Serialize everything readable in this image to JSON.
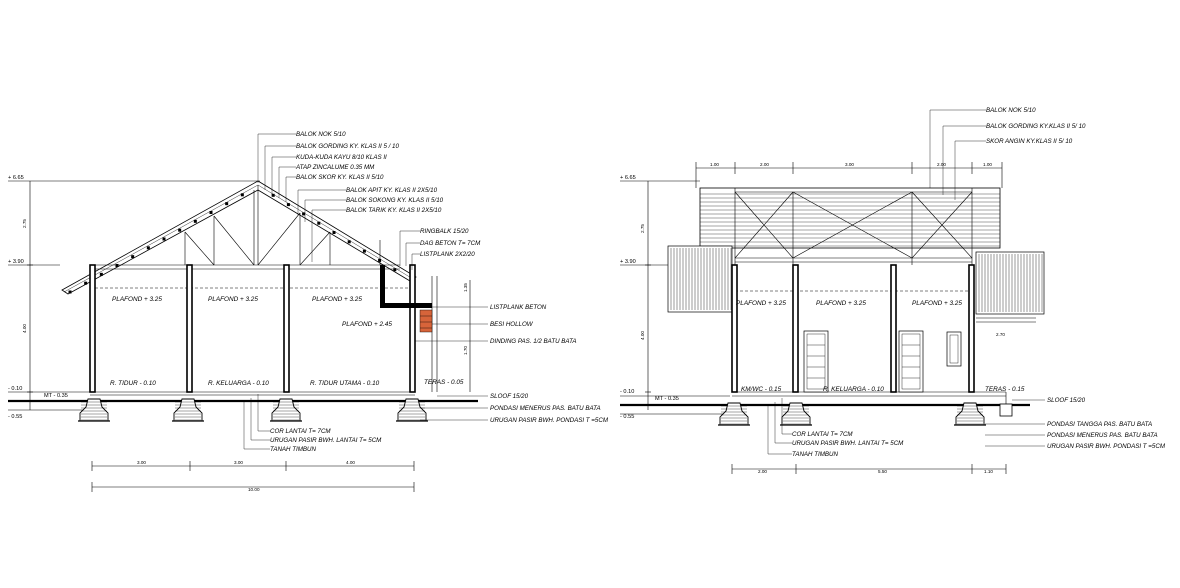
{
  "left_section": {
    "levels": {
      "top": "+ 6.65",
      "mid": "+ 3.90",
      "low": "- 0.10",
      "foot": "- 0.55",
      "mt": "MT - 0.35"
    },
    "callouts_roof": [
      "BALOK NOK 5/10",
      "BALOK GORDING  KY. KLAS II 5 / 10",
      "KUDA-KUDA KAYU 8/10 KLAS II",
      "ATAP ZINCALUME 0.35 MM",
      "BALOK SKOR KY. KLAS II 5/10"
    ],
    "callouts_mid": [
      "BALOK APIT KY. KLAS II 2X5/10",
      "BALOK SOKONG KY. KLAS II 5/10",
      "BALOK TARIK KY. KLAS II 2X5/10"
    ],
    "callouts_right": [
      "RINGBALK 15/20",
      "DAG BETON T= 7CM",
      "LISTPLANK 2X2/20"
    ],
    "callouts_side": [
      "LISTPLANK BETON",
      "BESI HOLLOW",
      "DINDING PAS. 1/2 BATU BATA"
    ],
    "sloof": "SLOOF 15/20",
    "callouts_bottom_right": [
      "PONDASI MENERUS PAS. BATU BATA",
      "URUGAN PASIR BWH. PONDASI T =5CM"
    ],
    "callouts_bottom": [
      "COR LANTAI T= 7CM",
      "URUGAN PASIR BWH. LANTAI T= 5CM",
      "TANAH TIMBUN"
    ],
    "plafonds": [
      "PLAFOND + 3.25",
      "PLAFOND + 3.25",
      "PLAFOND + 3.25",
      "PLAFOND + 2.45"
    ],
    "rooms": [
      "R. TIDUR - 0.10",
      "R. KELUARGA - 0.10",
      "R. TIDUR UTAMA - 0.10",
      "TERAS - 0.05"
    ],
    "dims": {
      "d1": "3.00",
      "d2": "3.00",
      "d3": "4.00",
      "total": "10.00",
      "h1": "2.75",
      "h2": "4.00",
      "h3": "1.35",
      "h4": "1.70"
    }
  },
  "right_section": {
    "levels": {
      "top": "+ 6.65",
      "mid": "+ 3.90",
      "low": "- 0.10",
      "foot": "- 0.55",
      "mt": "MT - 0.35"
    },
    "callouts_roof": [
      "BALOK NOK 5/10",
      "BALOK GORDING  KY.KLAS II 5/ 10",
      "SKOR ANGIN KY.KLAS II 5/ 10"
    ],
    "top_dims": [
      "1.00",
      "2.00",
      "3.00",
      "2.00",
      "1.00"
    ],
    "plafonds": [
      "PLAFOND + 3.25",
      "PLAFOND + 3.25",
      "PLAFOND + 3.25"
    ],
    "rooms": [
      "KM/WC - 0.15",
      "R. KELUARGA - 0.10",
      "TERAS - 0.15"
    ],
    "sloof": "SLOOF 15/20",
    "callouts_bottom_right": [
      "PONDASI TANGGA PAS. BATU BATA",
      "PONDASI MENERUS PAS. BATU BATA",
      "URUGAN PASIR BWH. PONDASI T =5CM"
    ],
    "callouts_bottom": [
      "COR LANTAI T= 7CM",
      "URUGAN PASIR BWH. LANTAI T= 5CM",
      "TANAH TIMBUN"
    ],
    "dims": {
      "d1": "2.00",
      "d2": "5.50",
      "d3": "1.10",
      "h1": "2.75",
      "h2": "4.00",
      "side": "2.70"
    }
  }
}
